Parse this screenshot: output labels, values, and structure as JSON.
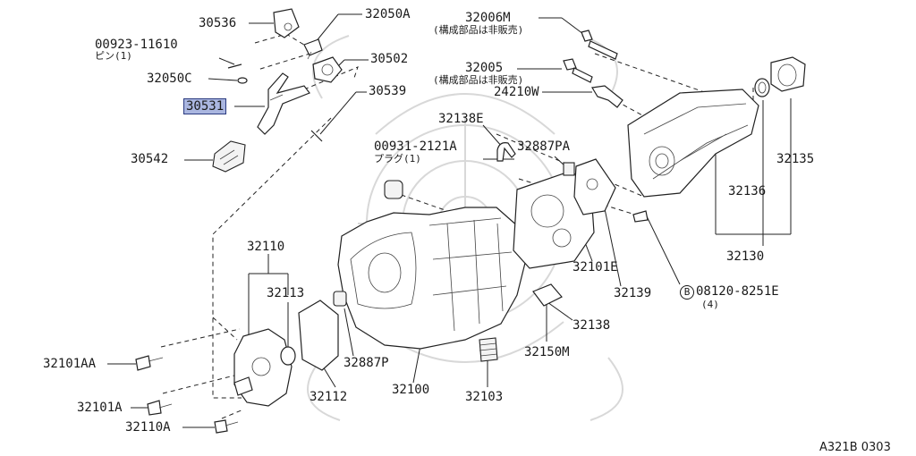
{
  "diagram": {
    "labels": {
      "p30536": "30536",
      "p32050A": "32050A",
      "p00923": "00923-11610",
      "p00923_sub": "ピン(1)",
      "p30502": "30502",
      "p32050C": "32050C",
      "p30531": "30531",
      "p30539": "30539",
      "p30542": "30542",
      "p32006M": "32006M",
      "p32006M_sub": "(構成部品は非販売)",
      "p32005": "32005",
      "p32005_sub": "(構成部品は非販売)",
      "p24210W": "24210W",
      "p32138E": "32138E",
      "p00931": "00931-2121A",
      "p00931_sub": "プラグ(1)",
      "p32887PA": "32887PA",
      "p32135": "32135",
      "p32136": "32136",
      "p32110": "32110",
      "p32113": "32113",
      "p32101E": "32101E",
      "p32130": "32130",
      "p32139": "32139",
      "p08120": "08120-8251E",
      "p08120_circle": "B",
      "p08120_sub": "(4)",
      "p32138": "32138",
      "p32101AA": "32101AA",
      "p32887P": "32887P",
      "p32150M": "32150M",
      "p32101A": "32101A",
      "p32112": "32112",
      "p32100": "32100",
      "p32103": "32103",
      "p32110A": "32110A",
      "ref": "A321B 0303"
    }
  }
}
